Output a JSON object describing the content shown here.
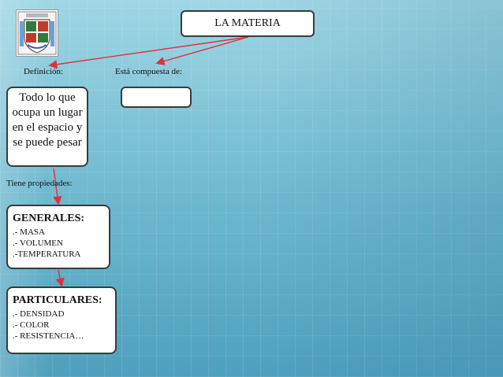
{
  "title": "LA MATERIA",
  "labels": {
    "definicion": "Definición:",
    "compuesta": "Está compuesta de:",
    "propiedades": "Tiene propiedades:"
  },
  "definition_text": "Todo lo que ocupa un lugar en el espacio y se puede pesar",
  "composition_text": "",
  "generales": {
    "heading": "GENERALES:",
    "items": [
      ".- MASA",
      ".- VOLUMEN",
      ".-TEMPERATURA"
    ]
  },
  "particulares": {
    "heading": "PARTICULARES:",
    "items": [
      ".- DENSIDAD",
      ".- COLOR",
      ".- RESISTENCIA…"
    ]
  },
  "logo_icon": "school-crest-icon",
  "colors": {
    "arrow": "#e0313a",
    "box_border": "#3a3a3a"
  }
}
